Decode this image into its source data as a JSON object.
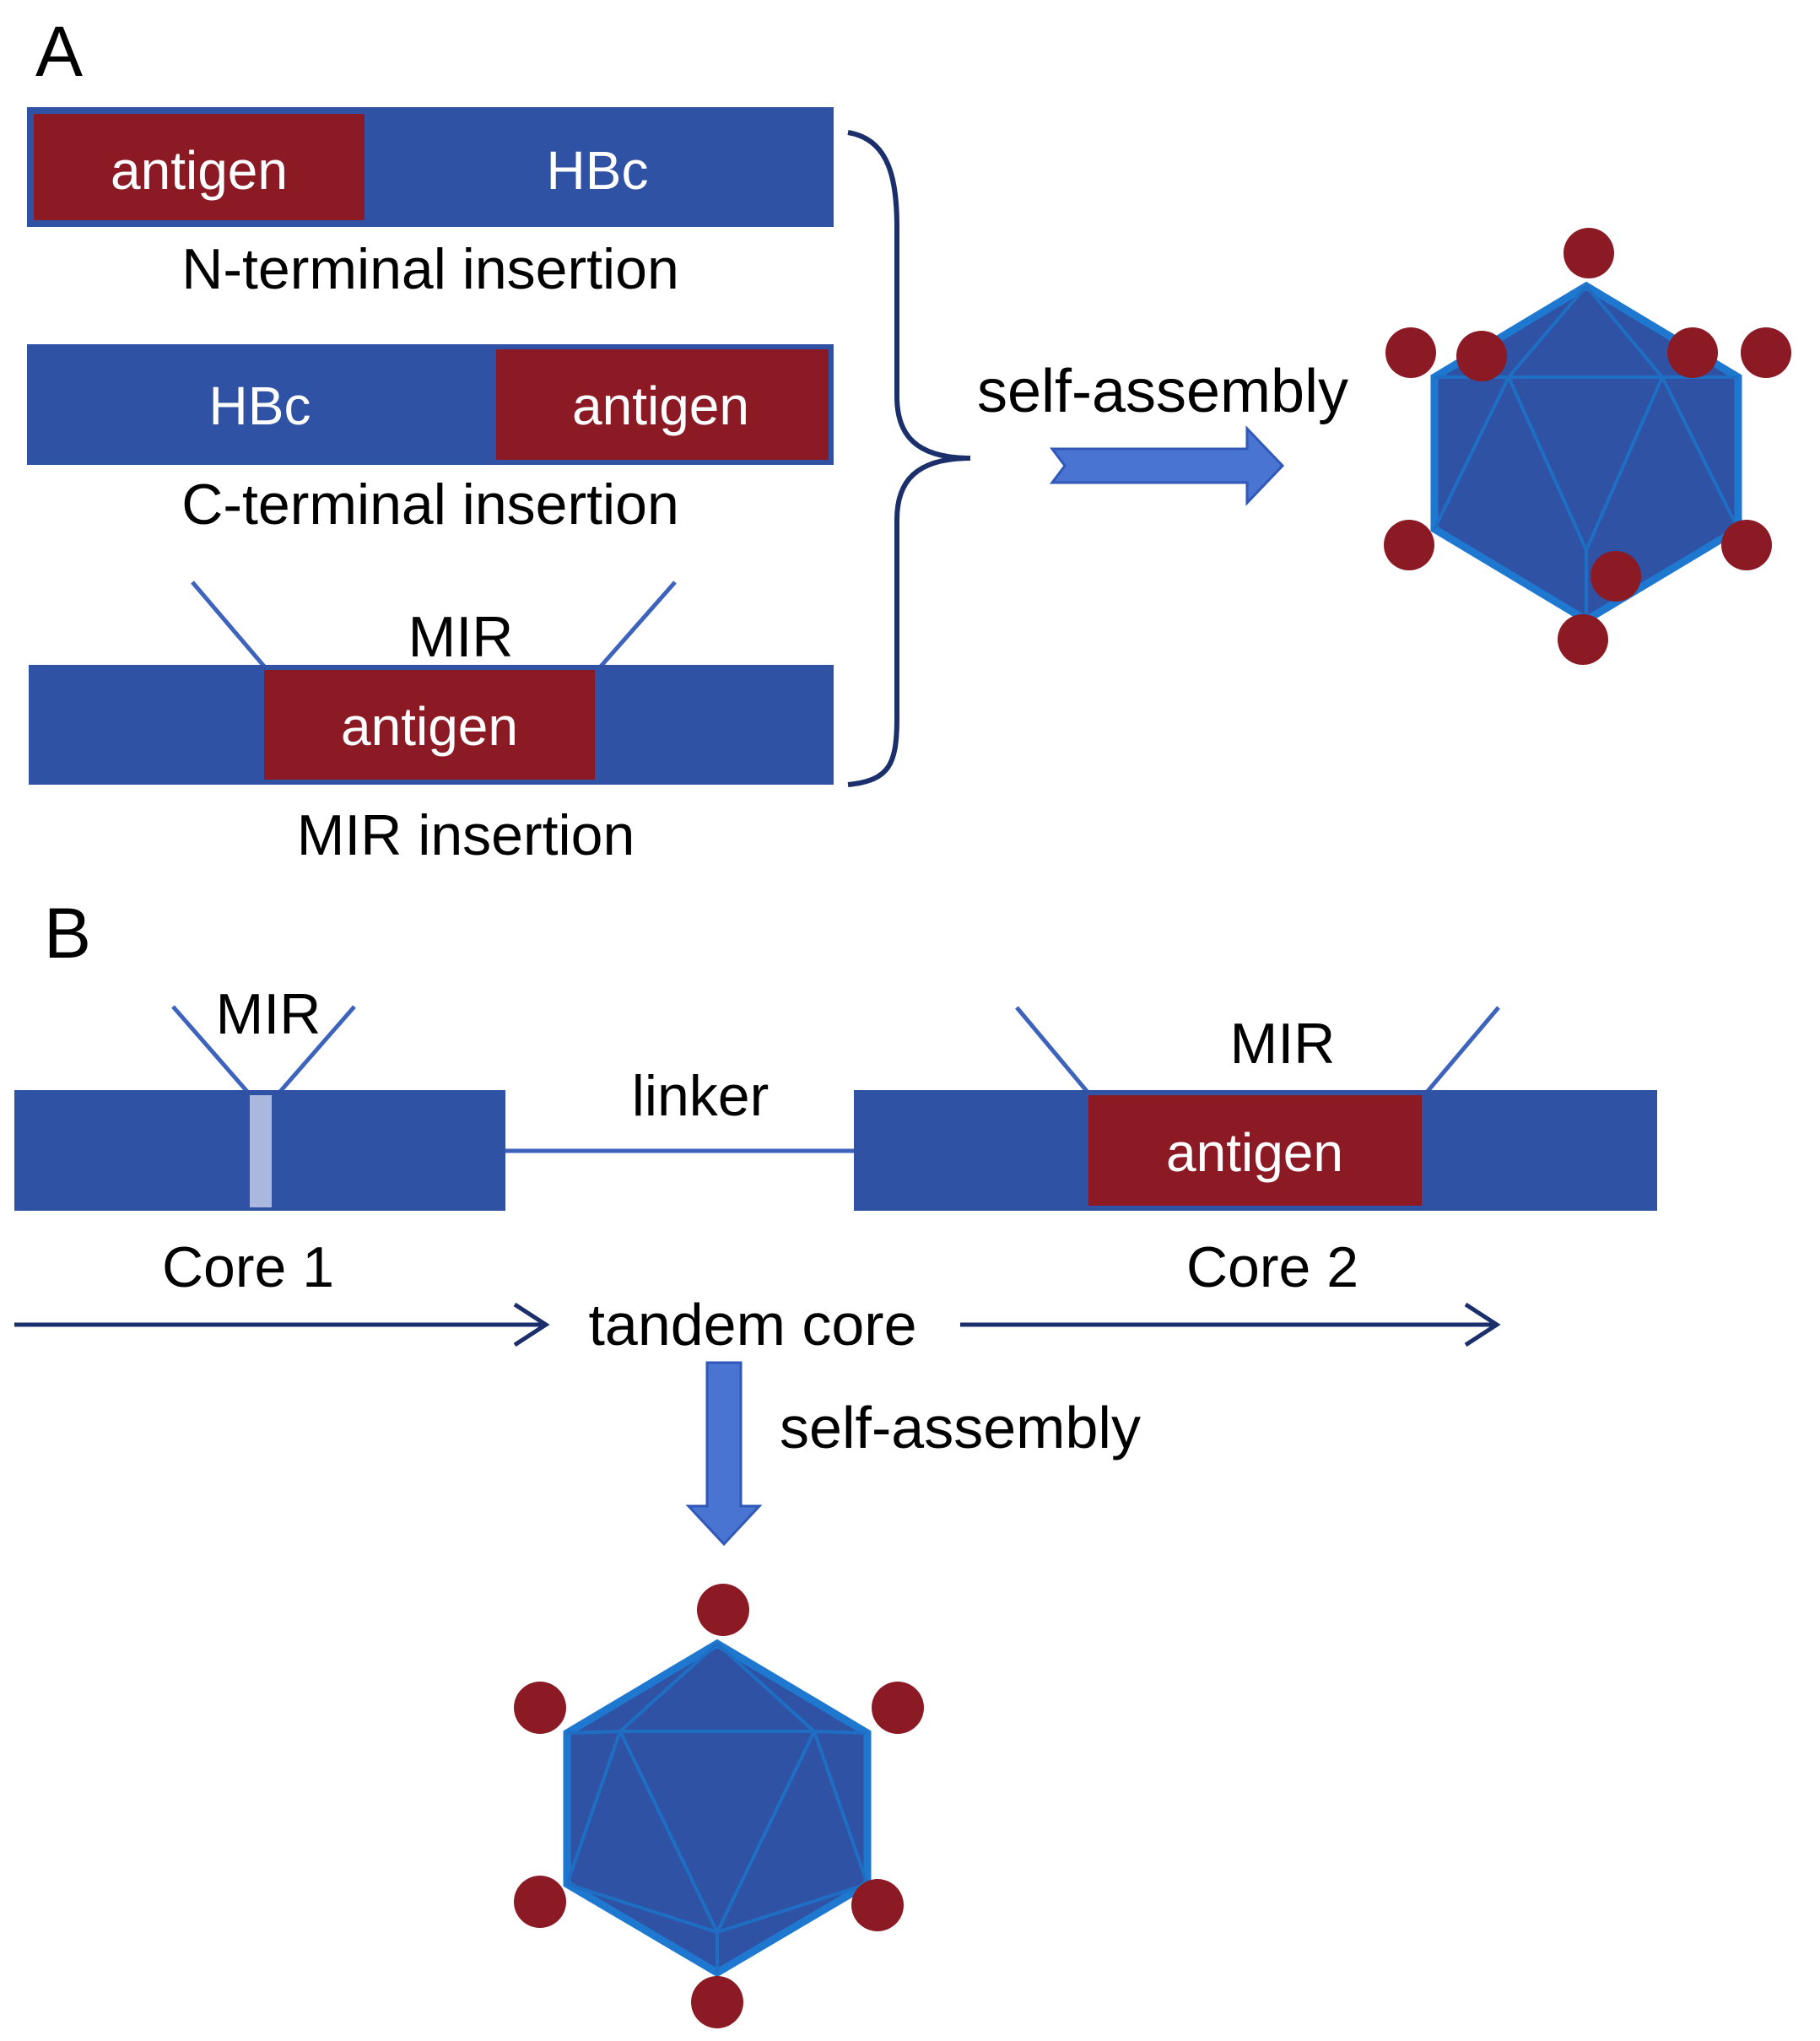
{
  "panel_a": {
    "panel_label": "A",
    "n_terminal": {
      "antigen_label": "antigen",
      "core_label": "HBc",
      "caption": "N-terminal insertion"
    },
    "c_terminal": {
      "core_label": "HBc",
      "antigen_label": "antigen",
      "caption": "C-terminal insertion"
    },
    "mir": {
      "mir_label": "MIR",
      "antigen_label": "antigen",
      "caption": "MIR insertion"
    },
    "arrow_label": "self-assembly"
  },
  "panel_b": {
    "panel_label": "B",
    "core1": {
      "mir_label": "MIR",
      "caption": "Core 1"
    },
    "linker_label": "linker",
    "core2": {
      "mir_label": "MIR",
      "antigen_label": "antigen",
      "caption": "Core 2"
    },
    "tandem_label": "tandem core",
    "arrow_label": "self-assembly"
  },
  "colors": {
    "core_blue": "#2f52a4",
    "antigen_red": "#8b1a25",
    "mir_light": "#aab8e0",
    "arrow_blue": "#4a74d2",
    "line_dark": "#1a2f6b",
    "particle_edge": "#1e78d0"
  }
}
